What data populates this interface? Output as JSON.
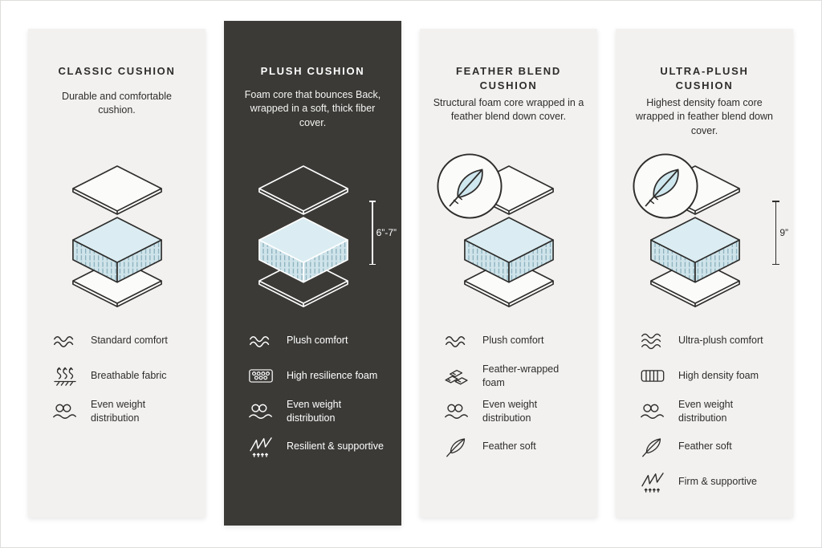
{
  "page": {
    "background": "#ffffff"
  },
  "colors": {
    "light_card": "#f2f1ef",
    "dark_card": "#3b3a37",
    "text_dark": "#2e2d2c",
    "text_light": "#ffffff",
    "foam_top": "#dbedf2",
    "foam_side": "#cfe4ea",
    "foam_hatch_line": "#82aab8"
  },
  "cards": [
    {
      "id": "classic-cushion",
      "theme": "light",
      "title": "CLASSIC CUSHION",
      "description": "Durable and comfortable cushion.",
      "features": [
        {
          "icon": "comfort-waves",
          "label": "Standard comfort"
        },
        {
          "icon": "breathable",
          "label": "Breathable fabric"
        },
        {
          "icon": "weight-distribution",
          "label": "Even weight distribution"
        }
      ]
    },
    {
      "id": "plush-cushion",
      "theme": "dark",
      "title": "PLUSH CUSHION",
      "description": "Foam core that bounces Back, wrapped in a soft, thick fiber cover.",
      "thickness_label": "6”-7”",
      "features": [
        {
          "icon": "comfort-waves",
          "label": "Plush comfort"
        },
        {
          "icon": "resilience-foam",
          "label": "High resilience foam"
        },
        {
          "icon": "weight-distribution",
          "label": "Even weight distribution"
        },
        {
          "icon": "spring-support",
          "label": "Resilient & supportive"
        }
      ]
    },
    {
      "id": "feather-blend-cushion",
      "theme": "light",
      "title": "FEATHER BLEND CUSHION",
      "description": "Structural foam core wrapped in a feather blend down cover.",
      "badge_icon": "feather",
      "features": [
        {
          "icon": "comfort-waves",
          "label": "Plush comfort"
        },
        {
          "icon": "layered-foam",
          "label": "Feather-wrapped foam"
        },
        {
          "icon": "weight-distribution",
          "label": "Even weight distribution"
        },
        {
          "icon": "feather",
          "label": "Feather soft"
        }
      ]
    },
    {
      "id": "ultra-plush-cushion",
      "theme": "light",
      "title": "ULTRA-PLUSH CUSHION",
      "description": "Highest density foam core wrapped in feather blend down cover.",
      "badge_icon": "feather",
      "thickness_label": "9”",
      "features": [
        {
          "icon": "comfort-waves-3",
          "label": "Ultra-plush comfort"
        },
        {
          "icon": "density-foam",
          "label": "High density foam"
        },
        {
          "icon": "weight-distribution",
          "label": "Even weight distribution"
        },
        {
          "icon": "feather",
          "label": "Feather soft"
        },
        {
          "icon": "spring-support",
          "label": "Firm & supportive"
        }
      ]
    }
  ]
}
